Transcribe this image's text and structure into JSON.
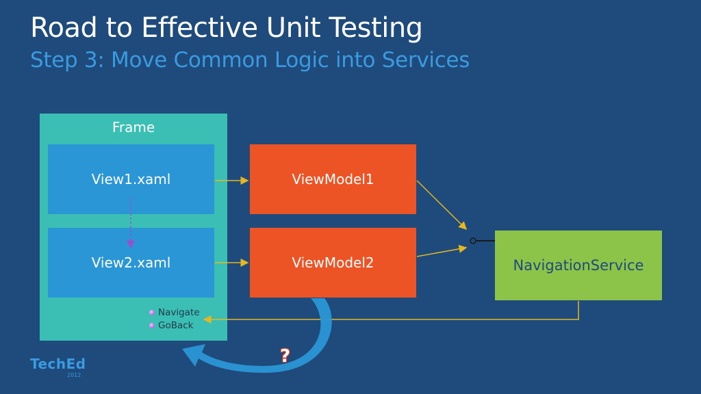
{
  "title": "Road to Effective Unit Testing",
  "subtitle": "Step 3: Move Common Logic into Services",
  "frame": {
    "label": "Frame",
    "views": [
      "View1.xaml",
      "View2.xaml"
    ],
    "methods": [
      "Navigate",
      "GoBack"
    ]
  },
  "viewmodels": [
    "ViewModel1",
    "ViewModel2"
  ],
  "service": "NavigationService",
  "question": "?",
  "logo": {
    "name": "TechEd",
    "year": "2012"
  },
  "colors": {
    "background": "#1f4a7c",
    "frame": "#3bbfb4",
    "view": "#2b96d6",
    "viewmodel": "#ec5426",
    "service": "#8cc44a",
    "arrow": "#e6b820",
    "curve": "#2b96d6"
  }
}
